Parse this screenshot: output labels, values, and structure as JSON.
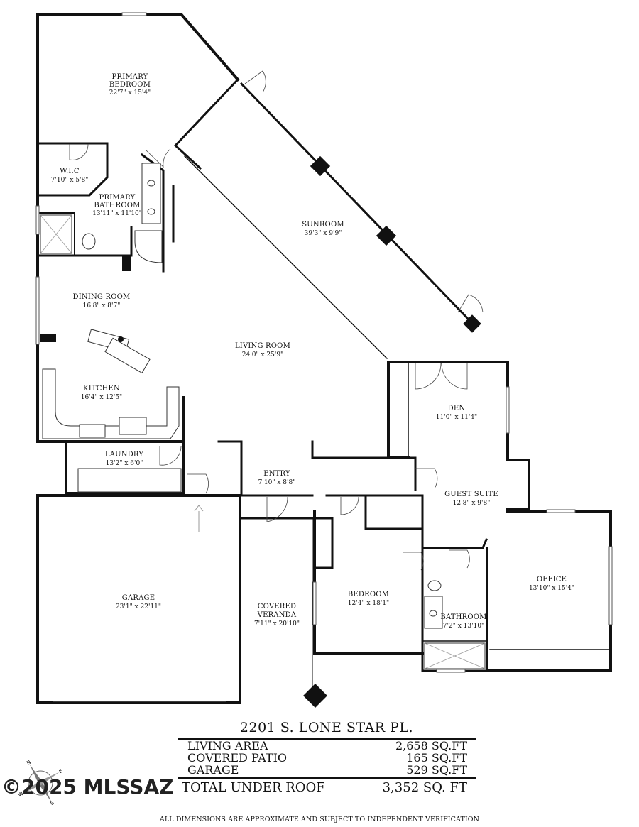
{
  "rooms": {
    "primary_bedroom": {
      "name": "PRIMARY\nBEDROOM",
      "name_l1": "PRIMARY",
      "name_l2": "BEDROOM",
      "dims": "22'7\" x 15'4\""
    },
    "wic": {
      "name": "W.I.C",
      "dims": "7'10\" x 5'8\""
    },
    "primary_bathroom": {
      "name_l1": "PRIMARY",
      "name_l2": "BATHROOM",
      "dims": "13'11\" x 11'10\""
    },
    "sunroom": {
      "name": "SUNROOM",
      "dims": "39'3\" x 9'9\""
    },
    "dining_room": {
      "name": "DINING ROOM",
      "dims": "16'8\" x 8'7\""
    },
    "living_room": {
      "name": "LIVING ROOM",
      "dims": "24'0\" x 25'9\""
    },
    "kitchen": {
      "name": "KITCHEN",
      "dims": "16'4\" x 12'5\""
    },
    "den": {
      "name": "DEN",
      "dims": "11'0\" x 11'4\""
    },
    "laundry": {
      "name": "LAUNDRY",
      "dims": "13'2\" x 6'0\""
    },
    "entry": {
      "name": "ENTRY",
      "dims": "7'10\" x 8'8\""
    },
    "guest_suite": {
      "name": "GUEST SUITE",
      "dims": "12'8\" x 9'8\""
    },
    "garage": {
      "name": "GARAGE",
      "dims": "23'1\" x 22'11\""
    },
    "covered_veranda": {
      "name_l1": "COVERED",
      "name_l2": "VERANDA",
      "dims": "7'11\" x 20'10\""
    },
    "bedroom": {
      "name": "BEDROOM",
      "dims": "12'4\" x 18'1\""
    },
    "bathroom": {
      "name": "BATHROOM",
      "dims": "7'2\" x 13'10\""
    },
    "office": {
      "name": "OFFICE",
      "dims": "13'10\" x 15'4\""
    }
  },
  "summary": {
    "address": "2201 S. LONE STAR PL.",
    "rows": [
      {
        "label": "LIVING AREA",
        "value": "2,658 SQ.FT"
      },
      {
        "label": "COVERED PATIO",
        "value": "165 SQ.FT"
      },
      {
        "label": "GARAGE",
        "value": "529 SQ.FT"
      }
    ],
    "total_label": "TOTAL UNDER ROOF",
    "total_value": "3,352 SQ. FT"
  },
  "disclaimer": "ALL DIMENSIONS ARE APPROXIMATE AND SUBJECT TO INDEPENDENT VERIFICATION",
  "watermark": "©2025 MLSSAZ",
  "compass_letters": {
    "n": "N",
    "e": "E",
    "s": "S",
    "w": "W"
  }
}
